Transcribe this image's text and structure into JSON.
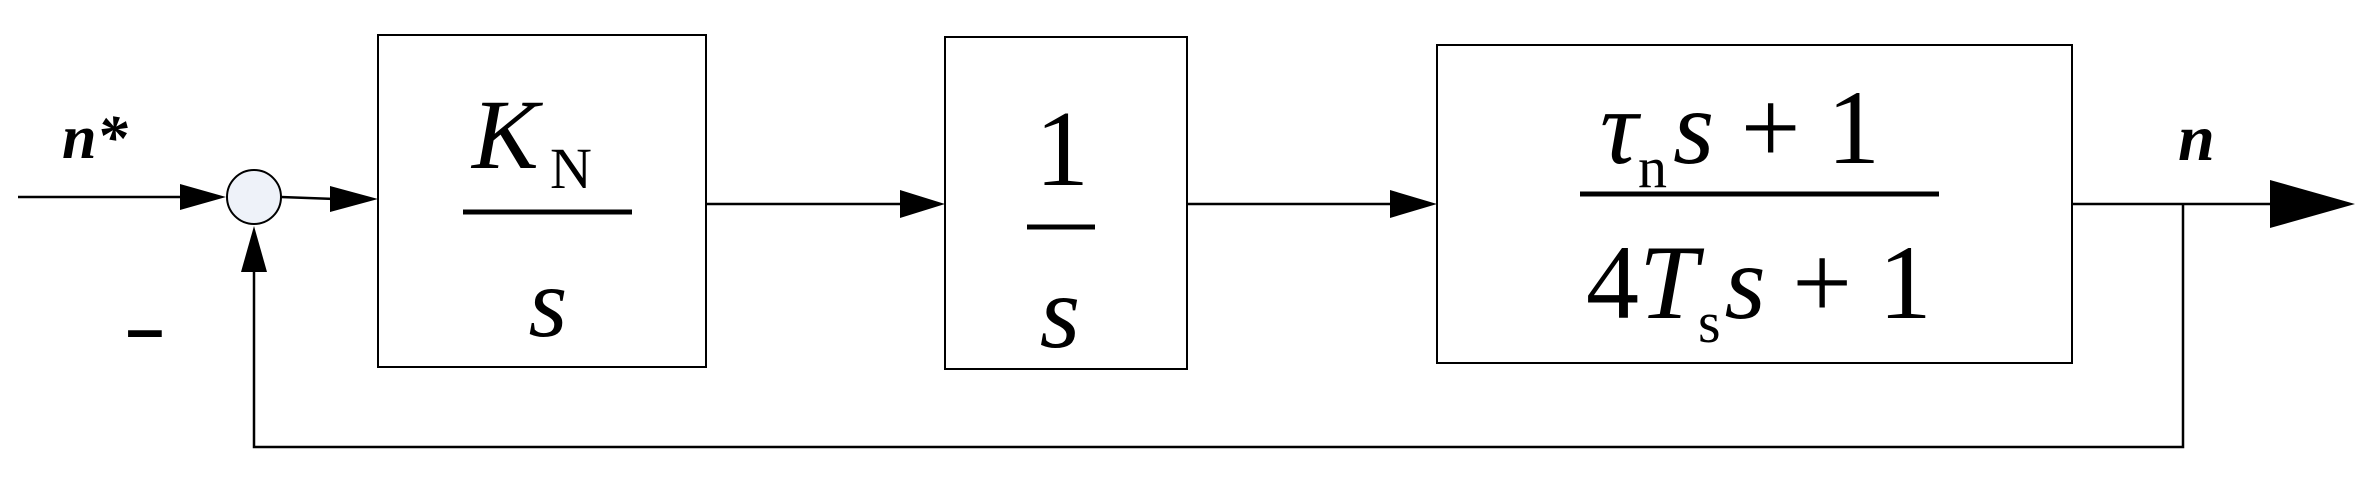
{
  "signals": {
    "input": "n*",
    "output": "n",
    "feedback_sign": "–"
  },
  "blocks": {
    "speed_controller": {
      "numerator_symbol": "K",
      "numerator_subscript": "N",
      "denominator": "s"
    },
    "integrator": {
      "numerator": "1",
      "denominator": "s"
    },
    "prefilter": {
      "num_symbol": "τ",
      "num_subscript": "n",
      "num_var": "s",
      "num_rest": " + 1",
      "den_coef": "4",
      "den_symbol": "T",
      "den_subscript": "s",
      "den_var": "s",
      "den_rest": " + 1"
    }
  }
}
